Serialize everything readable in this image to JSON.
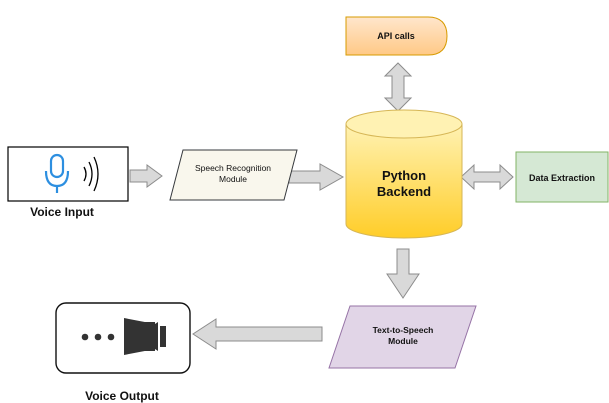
{
  "nodes": {
    "voice_input": {
      "label": "Voice Input"
    },
    "speech_recognition": {
      "line1": "Speech Recognition",
      "line2": "Module"
    },
    "python_backend": {
      "line1": "Python",
      "line2": "Backend"
    },
    "api_calls": {
      "label": "API calls"
    },
    "data_extraction": {
      "label": "Data Extraction"
    },
    "text_to_speech": {
      "line1": "Text-to-Speech",
      "line2": "Module"
    },
    "voice_output": {
      "label": "Voice Output"
    }
  },
  "colors": {
    "api_fill_top": "#ffe6cc",
    "api_fill_bottom": "#ffc986",
    "api_stroke": "#d79b00",
    "backend_fill_top": "#fff2b3",
    "backend_fill_bottom": "#ffcd28",
    "backend_stroke": "#d6b656",
    "data_fill": "#d5e8d4",
    "data_stroke": "#82b366",
    "speech_fill": "#f9f7ed",
    "speech_stroke": "#36393d",
    "tts_fill": "#e1d5e7",
    "tts_stroke": "#9673a6",
    "arrow_fill": "#d9d9d9",
    "arrow_stroke": "#8c8c8c",
    "mic_blue": "#2d8fe0"
  },
  "icons": {
    "voice_input_icons": [
      "microphone-icon",
      "sound-waves-icon"
    ],
    "voice_output_icons": [
      "ellipsis-icon",
      "speaker-icon"
    ]
  }
}
